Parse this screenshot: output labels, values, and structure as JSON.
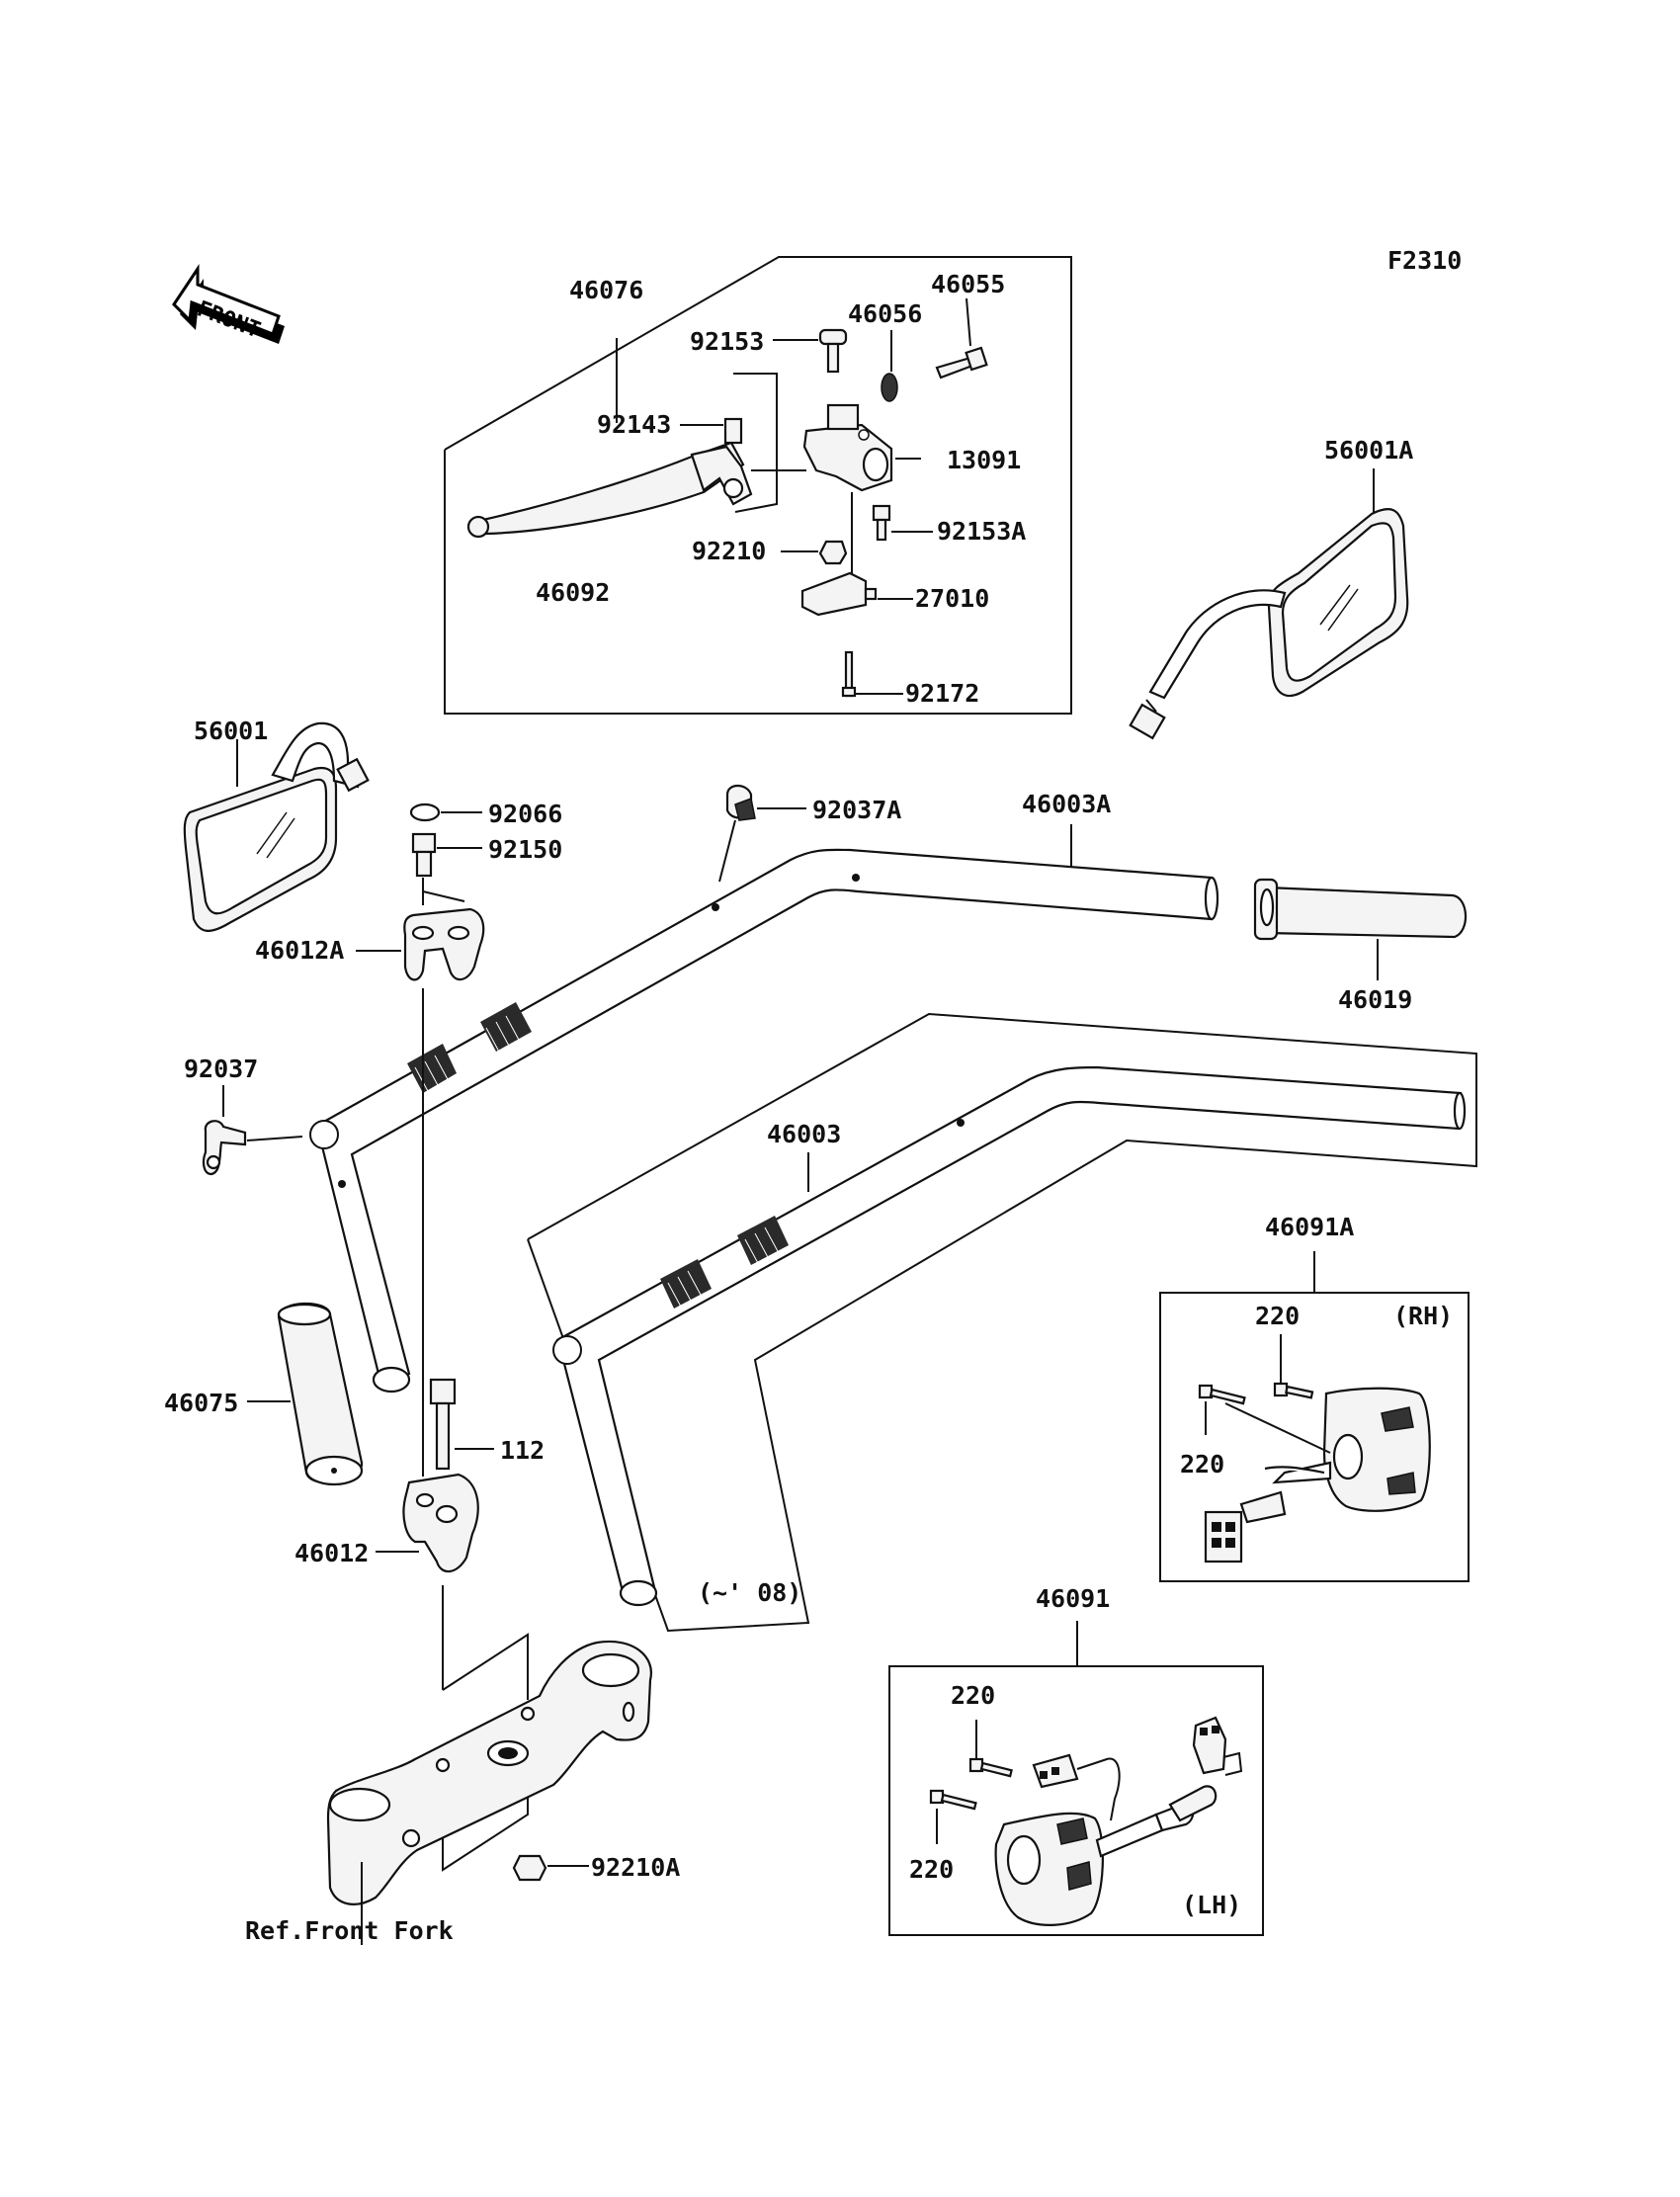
{
  "diagram": {
    "code": "F2310",
    "front_label": "FRONT",
    "labels": [
      {
        "id": "p46076",
        "text": "46076"
      },
      {
        "id": "p46055",
        "text": "46055"
      },
      {
        "id": "p46056",
        "text": "46056"
      },
      {
        "id": "p92153",
        "text": "92153"
      },
      {
        "id": "p92143",
        "text": "92143"
      },
      {
        "id": "p13091",
        "text": "13091"
      },
      {
        "id": "p92210",
        "text": "92210"
      },
      {
        "id": "p92153A",
        "text": "92153A"
      },
      {
        "id": "p46092",
        "text": "46092"
      },
      {
        "id": "p27010",
        "text": "27010"
      },
      {
        "id": "p92172",
        "text": "92172"
      },
      {
        "id": "p56001A",
        "text": "56001A"
      },
      {
        "id": "p56001",
        "text": "56001"
      },
      {
        "id": "p92066",
        "text": "92066"
      },
      {
        "id": "p92150",
        "text": "92150"
      },
      {
        "id": "p92037A",
        "text": "92037A"
      },
      {
        "id": "p46003A",
        "text": "46003A"
      },
      {
        "id": "p46012A",
        "text": "46012A"
      },
      {
        "id": "p46019",
        "text": "46019"
      },
      {
        "id": "p92037",
        "text": "92037"
      },
      {
        "id": "p46003",
        "text": "46003"
      },
      {
        "id": "p46091A",
        "text": "46091A"
      },
      {
        "id": "p220a",
        "text": "220"
      },
      {
        "id": "rh",
        "text": "(RH)"
      },
      {
        "id": "p220b",
        "text": "220"
      },
      {
        "id": "p46075",
        "text": "46075"
      },
      {
        "id": "p112",
        "text": "112"
      },
      {
        "id": "p46012",
        "text": "46012"
      },
      {
        "id": "p08",
        "text": "(~' 08)"
      },
      {
        "id": "p46091",
        "text": "46091"
      },
      {
        "id": "p220c",
        "text": "220"
      },
      {
        "id": "p220d",
        "text": "220"
      },
      {
        "id": "lh",
        "text": "(LH)"
      },
      {
        "id": "p92210A",
        "text": "92210A"
      },
      {
        "id": "ref",
        "text": "Ref.Front Fork"
      }
    ]
  }
}
